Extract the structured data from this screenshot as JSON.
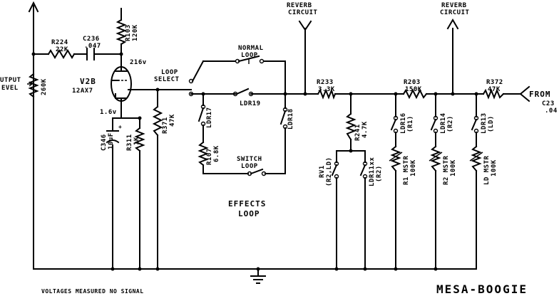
{
  "brand": "MESA-BOOGIE",
  "footer_note": "VOLTAGES MEASURED NO SIGNAL",
  "title_block": {
    "from_partial": "FROM",
    "c23_partial": "C23",
    "c23_val_partial": ".04"
  },
  "to_reverb_1": {
    "line1": "REVERB",
    "line2": "CIRCUIT"
  },
  "to_reverb_2": {
    "line1": "REVERB",
    "line2": "CIRCUIT"
  },
  "output_level": {
    "line1": "UTPUT",
    "line2": "EVEL"
  },
  "pot_260k": "260K",
  "r224": {
    "ref": "R224",
    "val": "22K"
  },
  "c236": {
    "ref": "C236",
    "val": ".047"
  },
  "r103": {
    "ref": "R103",
    "val": "120K"
  },
  "v2b": {
    "ref": "V2B",
    "type": "12AX7",
    "plate_v": "216v",
    "cathode_v": "1.6v"
  },
  "loop_select": {
    "line1": "LOOP",
    "line2": "SELECT"
  },
  "normal_loop": {
    "line1": "NORMAL",
    "line2": "LOOP"
  },
  "switch_loop": {
    "line1": "SWITCH",
    "line2": "LOOP"
  },
  "effects_loop": {
    "line1": "EFFECTS",
    "line2": "LOOP"
  },
  "ldr19": "LDR19",
  "ldr17": "LDR17",
  "ldr18": "LDR18",
  "r107": {
    "ref": "R107",
    "val": "6.8K"
  },
  "r371": {
    "ref": "R371",
    "val": "47K"
  },
  "c346": {
    "ref": "C346",
    "val": "10uF"
  },
  "r311": {
    "ref": "R311",
    "val": "1K"
  },
  "r233": {
    "ref": "R233",
    "val": "3.3K"
  },
  "r203": {
    "ref": "R203",
    "val": "150K"
  },
  "r372": {
    "ref": "R372",
    "val": "47K"
  },
  "r241": {
    "ref": "R241",
    "val": "4.7K"
  },
  "rv1": {
    "ref": "RV1",
    "sub": "(R2,LD)"
  },
  "ldr11": {
    "ref": "LDR11xx",
    "sub": "(R2)"
  },
  "ldr16": {
    "ref": "LDR16",
    "sub": "(R1)"
  },
  "ldr14": {
    "ref": "LDR14",
    "sub": "(R2)"
  },
  "ldr13": {
    "ref": "LDR13",
    "sub": "(LD)"
  },
  "r1_mstr": {
    "ref": "R1 MSTR",
    "val": "100K"
  },
  "r2_mstr": {
    "ref": "R2 MSTR",
    "val": "100K"
  },
  "ld_mstr": {
    "ref": "LD MSTR",
    "val": "100K"
  }
}
